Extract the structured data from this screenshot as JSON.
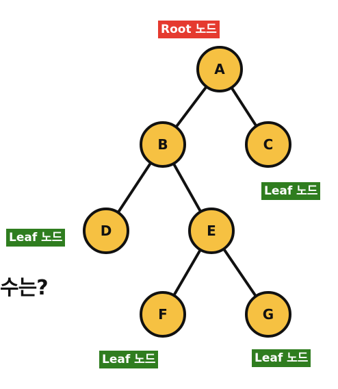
{
  "colors": {
    "node_fill": "#f6c142",
    "node_stroke": "#111111",
    "edge": "#111111",
    "root_label_bg": "#e53a2f",
    "leaf_label_bg": "#2f7d1f"
  },
  "root_label": "Root 노드",
  "leaf_labels": {
    "c": "Leaf 노드",
    "d": "Leaf 노드",
    "f": "Leaf 노드",
    "g": "Leaf 노드"
  },
  "question_text": "수는?",
  "nodes": [
    {
      "id": "A",
      "label": "A"
    },
    {
      "id": "B",
      "label": "B"
    },
    {
      "id": "C",
      "label": "C"
    },
    {
      "id": "D",
      "label": "D"
    },
    {
      "id": "E",
      "label": "E"
    },
    {
      "id": "F",
      "label": "F"
    },
    {
      "id": "G",
      "label": "G"
    }
  ],
  "edges": [
    {
      "from": "A",
      "to": "B"
    },
    {
      "from": "A",
      "to": "C"
    },
    {
      "from": "B",
      "to": "D"
    },
    {
      "from": "B",
      "to": "E"
    },
    {
      "from": "E",
      "to": "F"
    },
    {
      "from": "E",
      "to": "G"
    }
  ]
}
